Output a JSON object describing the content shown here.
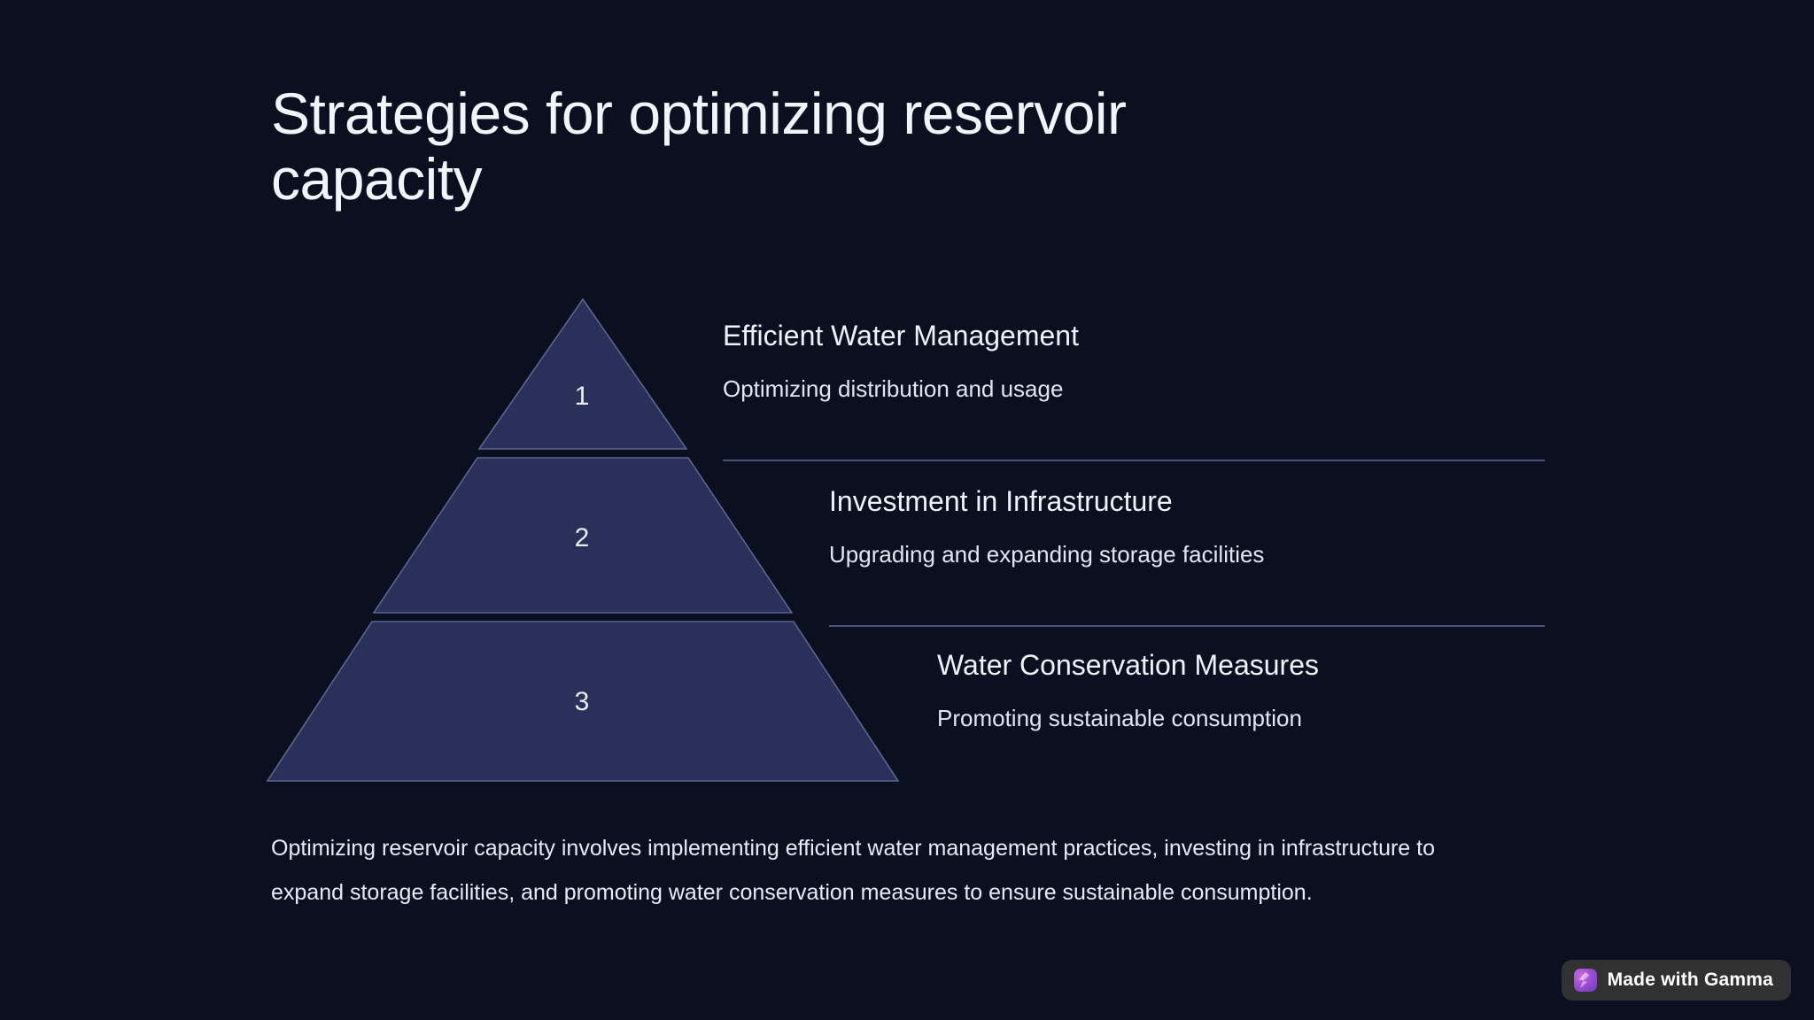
{
  "slide": {
    "background_color": "#0b0f1f",
    "title": "Strategies for optimizing reservoir capacity",
    "body_paragraph": "Optimizing reservoir capacity involves implementing efficient water management practices, investing in infrastructure to expand storage facilities, and promoting water conservation measures to ensure sustainable consumption."
  },
  "pyramid": {
    "fill_color": "#2a3059",
    "stroke_color": "#5a6490",
    "number_color": "#e9ecf7",
    "divider_color": "#4a5378",
    "tiers": [
      {
        "number": "1",
        "heading": "Efficient Water Management",
        "subtext": "Optimizing distribution and usage"
      },
      {
        "number": "2",
        "heading": "Investment in Infrastructure",
        "subtext": "Upgrading and expanding storage facilities"
      },
      {
        "number": "3",
        "heading": "Water Conservation Measures",
        "subtext": "Promoting sustainable consumption"
      }
    ]
  },
  "badge": {
    "label": "Made with Gamma",
    "icon": "gamma-logo-icon",
    "background_color": "#313131"
  }
}
